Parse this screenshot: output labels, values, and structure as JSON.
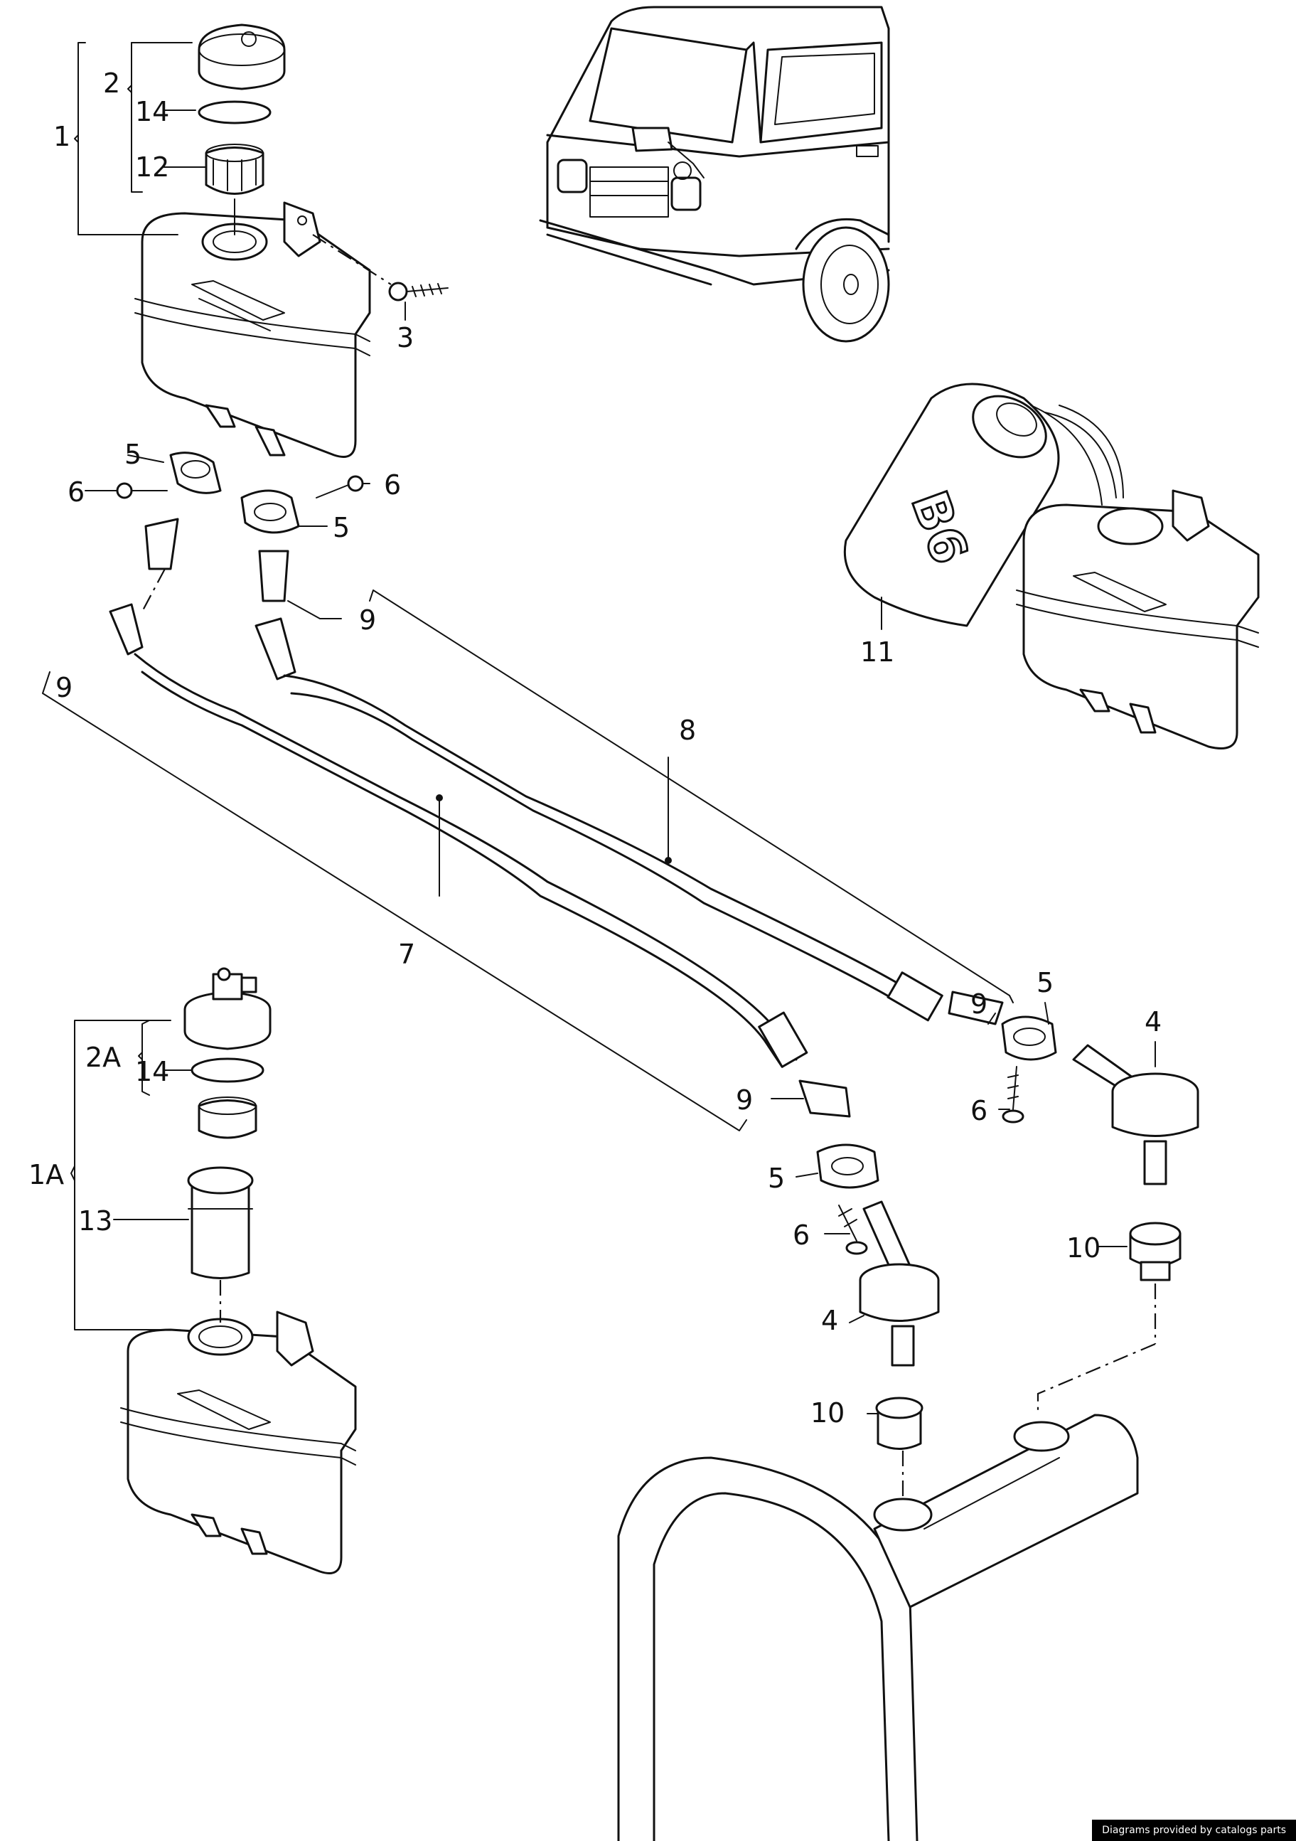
{
  "labels": {
    "l1": "1",
    "l2": "2",
    "l14a": "14",
    "l12": "12",
    "l3": "3",
    "l5a": "5",
    "l6a": "6",
    "l6b": "6",
    "l5b": "5",
    "l9a": "9",
    "l9b": "9",
    "l11": "11",
    "bottle": "B6",
    "l8": "8",
    "l7": "7",
    "l9c": "9",
    "l5c": "5",
    "l4a": "4",
    "l6c": "6",
    "l2A": "2A",
    "l14b": "14",
    "l1A": "1A",
    "l13": "13",
    "l9d": "9",
    "l5d": "5",
    "l6d": "6",
    "l4b": "4",
    "l10a": "10",
    "l10b": "10"
  },
  "credit": "Diagrams provided by catalogs parts"
}
